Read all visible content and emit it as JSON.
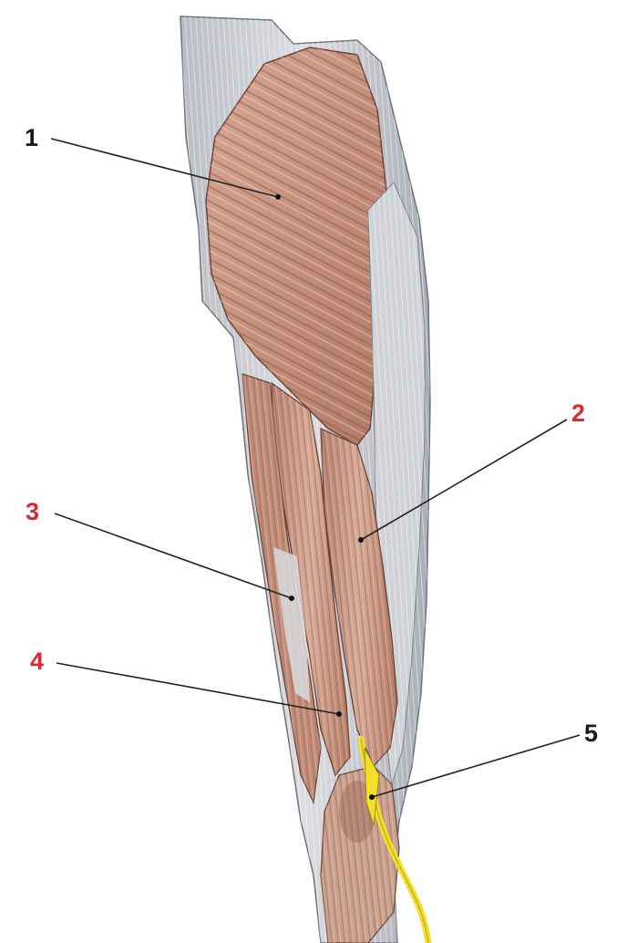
{
  "colors": {
    "black_label": "#1a1a1a",
    "red_label": "#e0262e",
    "muscle": "#c99a86",
    "fascia": "#c9ccd1",
    "nerve": "#f1df2a"
  },
  "labels": [
    {
      "id": "1",
      "text": "1",
      "color": "black"
    },
    {
      "id": "2",
      "text": "2",
      "color": "red"
    },
    {
      "id": "3",
      "text": "3",
      "color": "red"
    },
    {
      "id": "4",
      "text": "4",
      "color": "red"
    },
    {
      "id": "5",
      "text": "5",
      "color": "black"
    }
  ]
}
